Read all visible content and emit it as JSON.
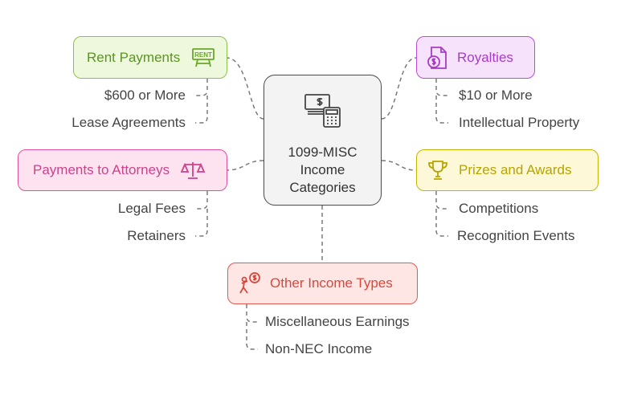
{
  "center": {
    "line1": "1099-MISC",
    "line2": "Income",
    "line3": "Categories",
    "icon": "money-calculator-icon"
  },
  "nodes": {
    "rent": {
      "label": "Rent Payments",
      "icon": "rent-sign-icon",
      "color": "#8bc34a",
      "fill": "#eef8dc",
      "items": [
        "$600 or More",
        "Lease Agreements"
      ]
    },
    "royalties": {
      "label": "Royalties",
      "icon": "royalty-document-icon",
      "color": "#b84fd6",
      "fill": "#f6e2fb",
      "items": [
        "$10 or More",
        "Intellectual Property"
      ]
    },
    "attorneys": {
      "label": "Payments to Attorneys",
      "icon": "scales-icon",
      "color": "#e0509c",
      "fill": "#fde3f0",
      "items": [
        "Legal Fees",
        "Retainers"
      ]
    },
    "prizes": {
      "label": "Prizes and Awards",
      "icon": "trophy-icon",
      "color": "#c8b400",
      "fill": "#fcf8d8",
      "items": [
        "Competitions",
        "Recognition Events"
      ]
    },
    "other": {
      "label": "Other Income Types",
      "icon": "person-money-icon",
      "color": "#e05a4f",
      "fill": "#fde6e3",
      "items": [
        "Miscellaneous Earnings",
        "Non-NEC Income"
      ]
    }
  }
}
